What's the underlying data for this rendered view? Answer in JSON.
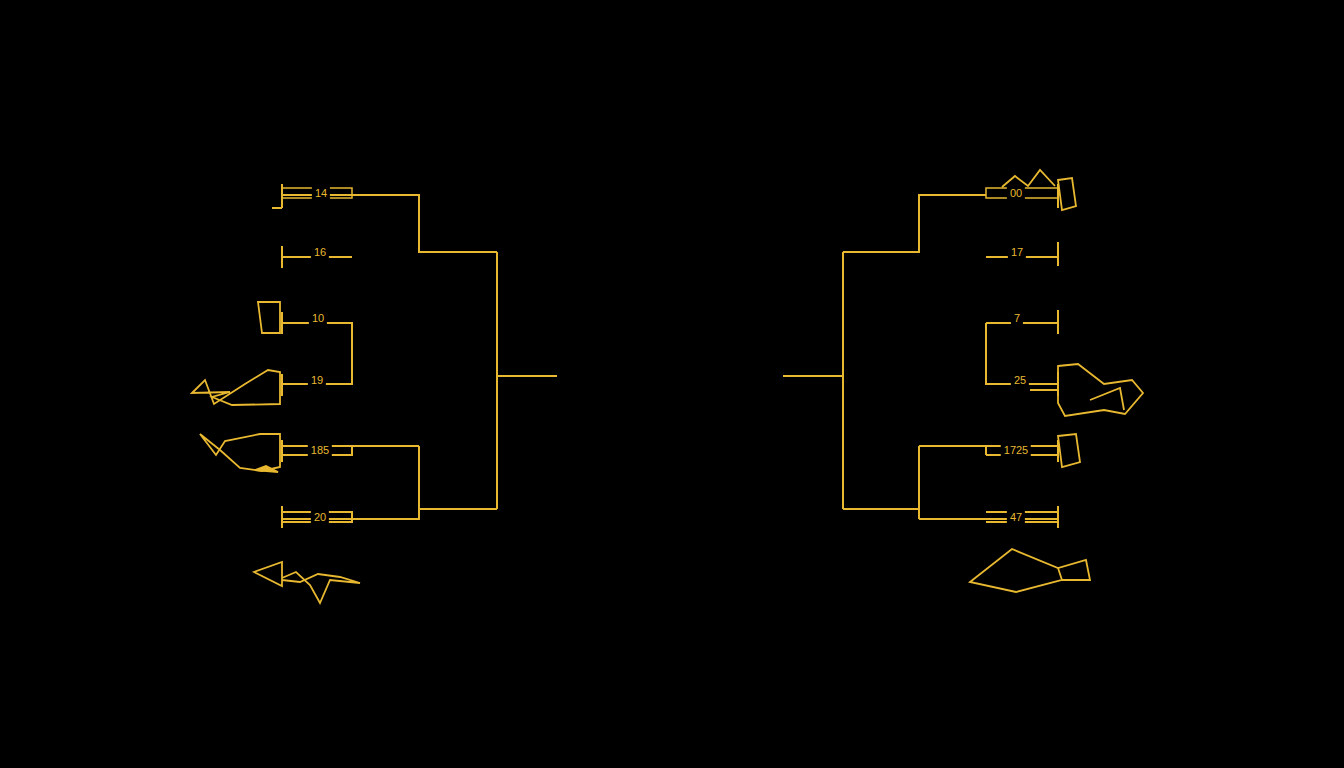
{
  "diagram": {
    "labels": [
      "14",
      "16",
      "10",
      "19",
      "185",
      "20",
      "00",
      "17",
      "7",
      "25",
      "1725",
      "47"
    ]
  }
}
